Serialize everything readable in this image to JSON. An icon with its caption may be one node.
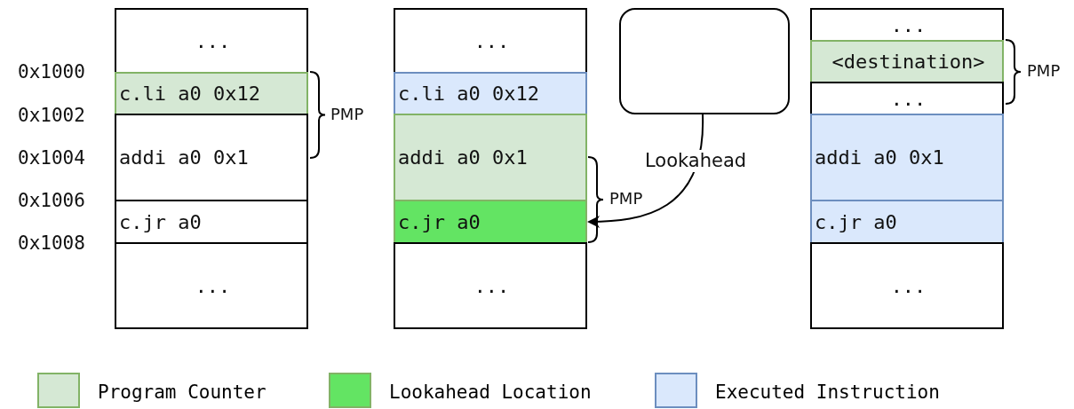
{
  "diagram": {
    "nodes": [
      {
        "text": [
          "..."
        ]
      },
      {
        "text": [
          "c.li a0 0x12"
        ]
      },
      {
        "text": [
          "addi a0 0x1"
        ]
      },
      {
        "text": [
          "c.jr a0"
        ]
      },
      {
        "text": [
          "..."
        ]
      },
      {
        "text": [
          "..."
        ]
      },
      {
        "text": [
          "c.li a0 0x12"
        ]
      },
      {
        "text": [
          "addi a0 0x1"
        ]
      },
      {
        "text": [
          "c.jr a0"
        ]
      },
      {
        "text": [
          "..."
        ]
      },
      {
        "text": [],
        "shape": "box"
      },
      {
        "text": [
          "..."
        ]
      },
      {
        "text": [
          "<destination>"
        ]
      },
      {
        "text": [
          "..."
        ]
      },
      {
        "text": [
          "addi a0 0x1"
        ]
      },
      {
        "text": [
          "c.jr a0"
        ]
      },
      {
        "text": [
          "..."
        ]
      }
    ],
    "edges": [
      {
        "from": 10,
        "to": 8,
        "arrow": "to",
        "label": "Lookahead"
      }
    ],
    "labels": [
      "0x1000",
      "0x1002",
      "0x1004",
      "0x1006",
      "0x1008",
      "PMP",
      "PMP",
      "PMP"
    ],
    "legend": [
      {
        "text": "Program Counter",
        "color": "#d5e8d4"
      },
      {
        "text": "Lookahead Location",
        "color": "#63e463"
      },
      {
        "text": "Executed Instruction",
        "color": "#dae8fc"
      }
    ]
  }
}
